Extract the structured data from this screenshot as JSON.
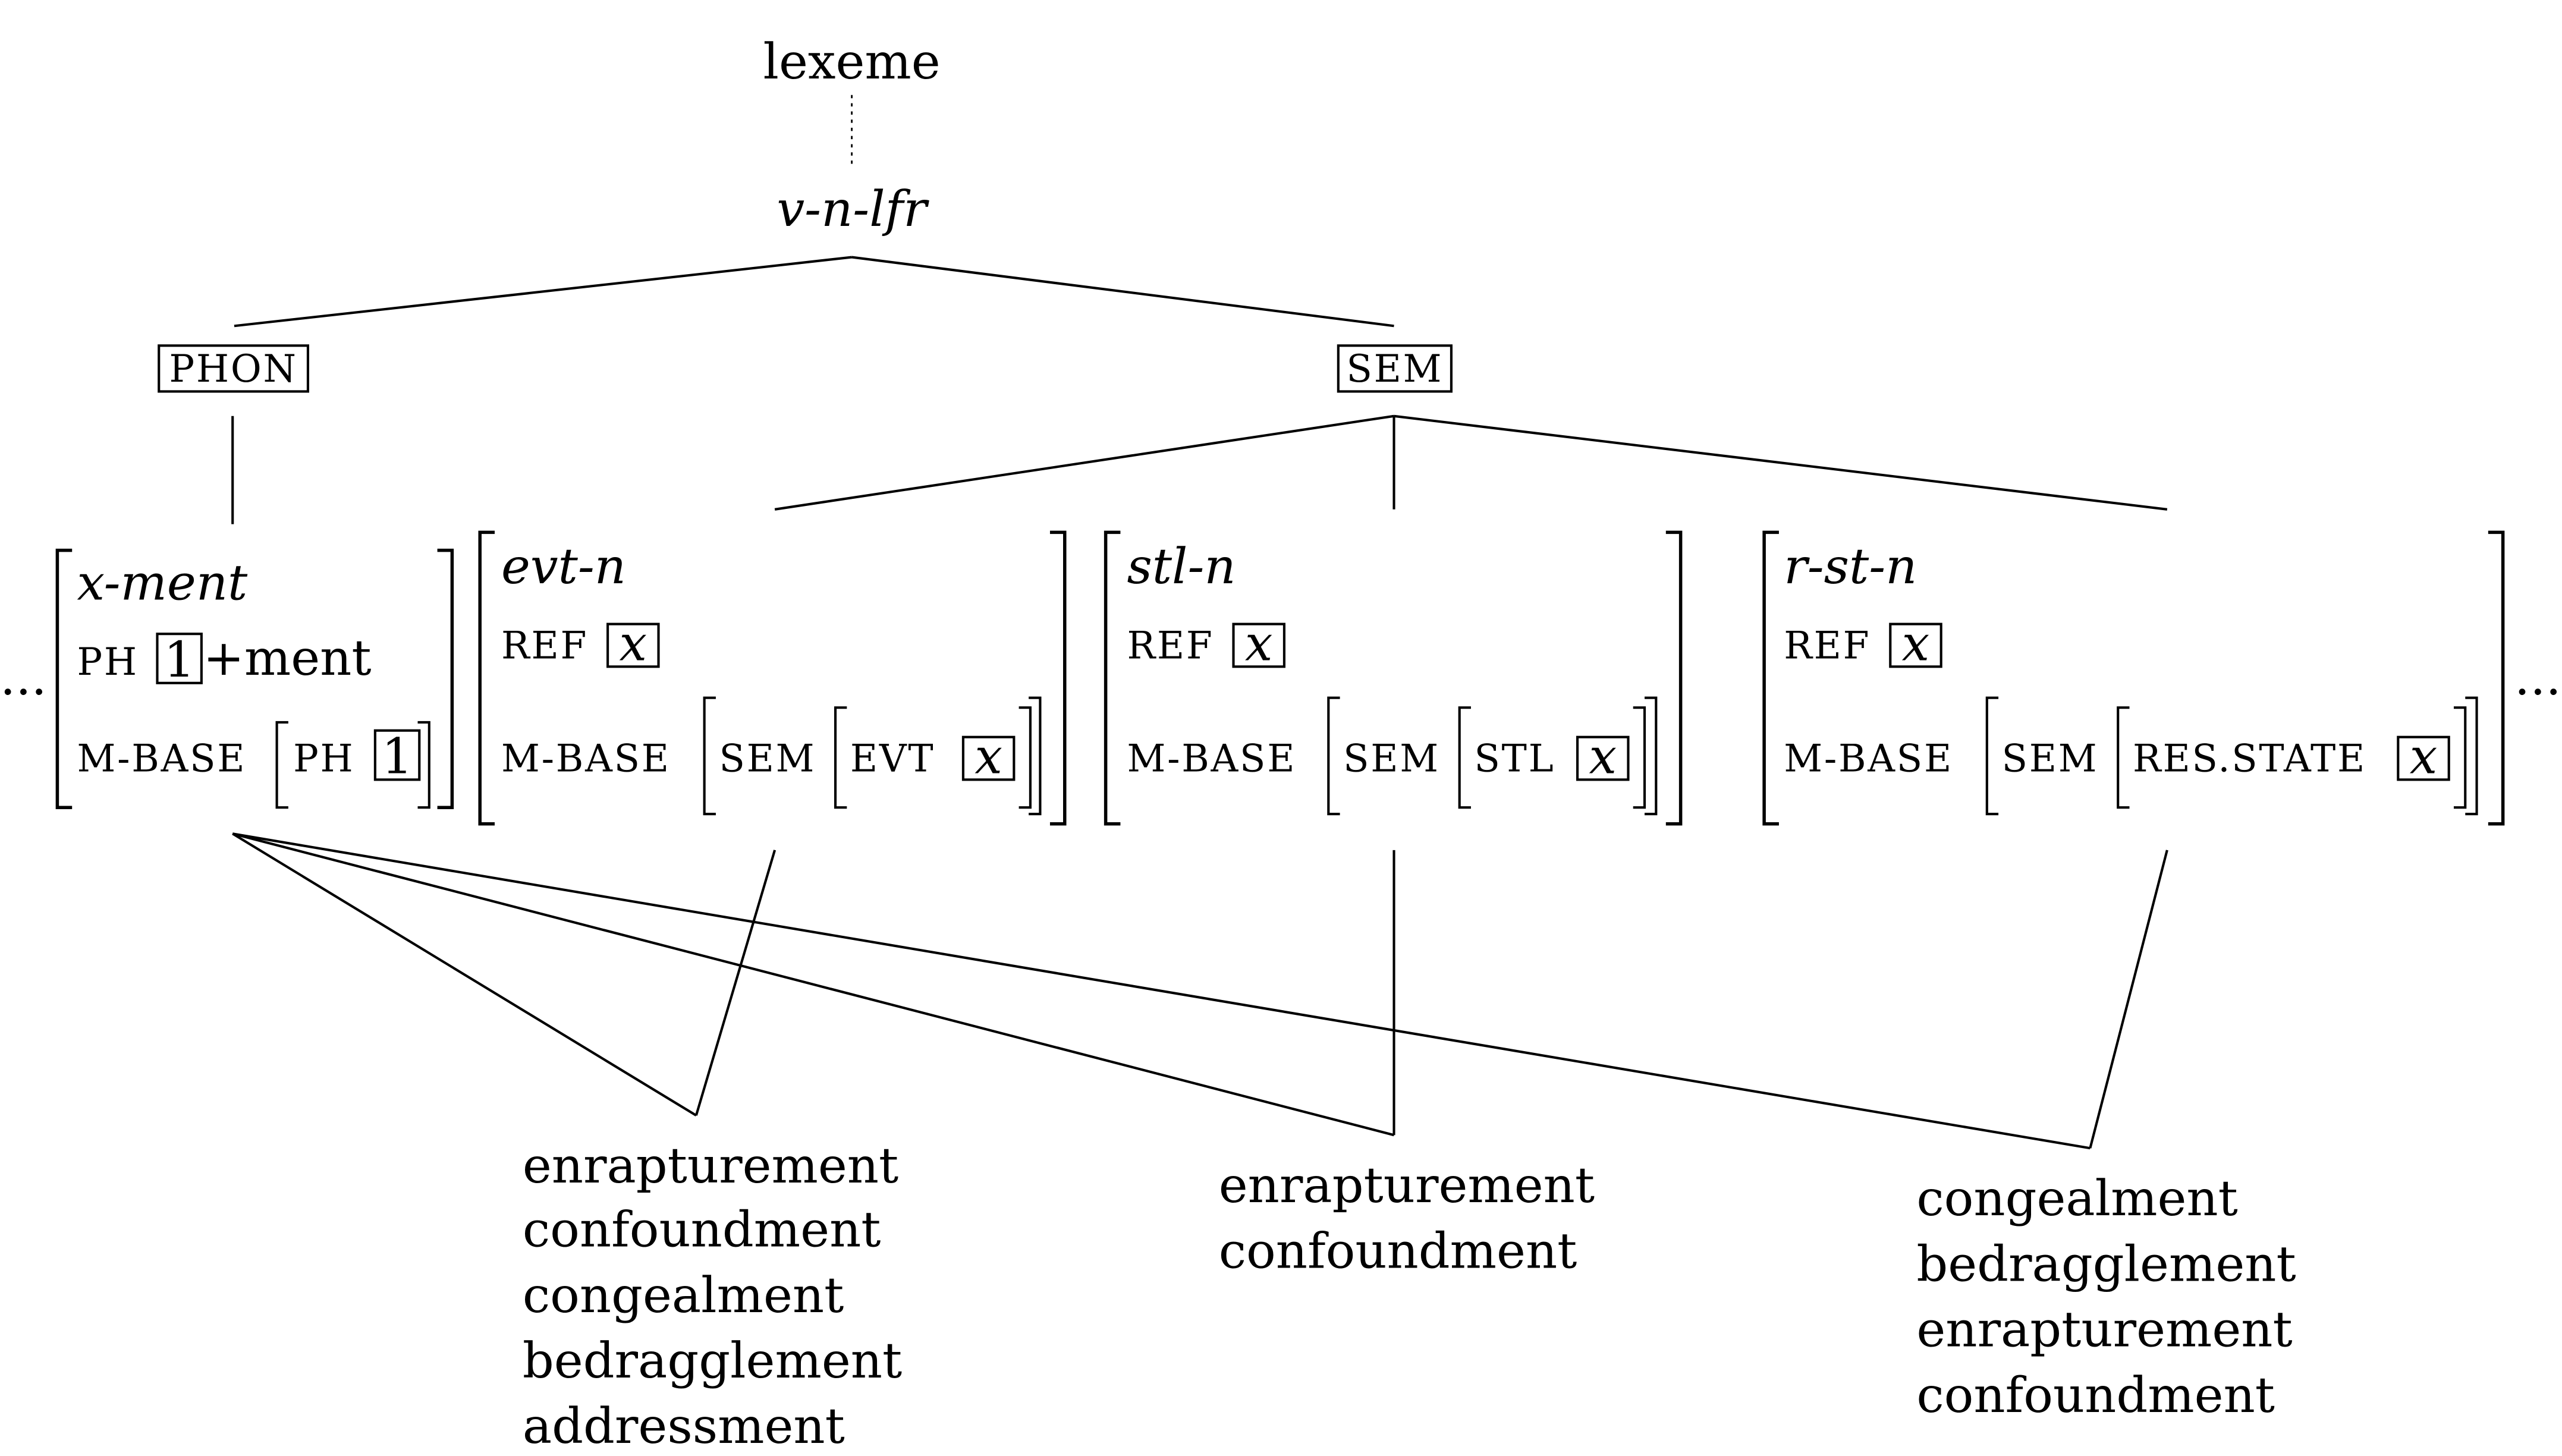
{
  "root": {
    "label": "lexeme",
    "child": "v-n-lfr"
  },
  "branches": {
    "phon": "PHON",
    "sem": "SEM"
  },
  "avms": {
    "ellipsis": "...",
    "xment": {
      "type": "x-ment",
      "ph_label": "PH",
      "tag": "1",
      "suffix": "+ment",
      "mbase_label": "M-BASE",
      "inner_ph": "PH",
      "inner_tag": "1"
    },
    "evt": {
      "type": "evt-n",
      "ref_label": "REF",
      "ref_val": "x",
      "mbase_label": "M-BASE",
      "sem_label": "SEM",
      "inner_label": "EVT",
      "inner_val": "x"
    },
    "stl": {
      "type": "stl-n",
      "ref_label": "REF",
      "ref_val": "x",
      "mbase_label": "M-BASE",
      "sem_label": "SEM",
      "inner_label": "STL",
      "inner_val": "x"
    },
    "rst": {
      "type": "r-st-n",
      "ref_label": "REF",
      "ref_val": "x",
      "mbase_label": "M-BASE",
      "sem_label": "SEM",
      "inner_label": "RES.STATE",
      "inner_val": "x"
    }
  },
  "word_lists": {
    "left": [
      "enrapturement",
      "confoundment",
      "congealment",
      "bedragglement",
      "addressment"
    ],
    "middle": [
      "enrapturement",
      "confoundment"
    ],
    "right": [
      "congealment",
      "bedragglement",
      "enrapturement",
      "confoundment"
    ]
  }
}
